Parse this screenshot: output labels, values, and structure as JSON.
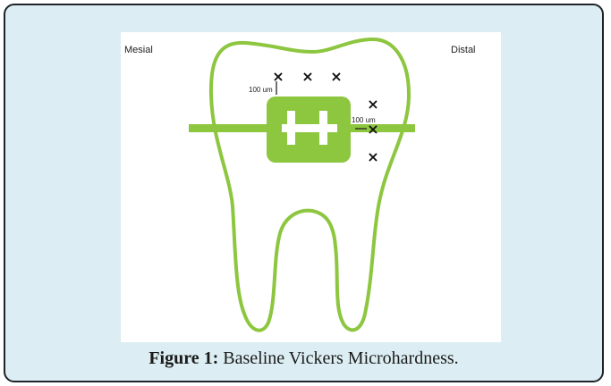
{
  "labels": {
    "mesial": "Mesial",
    "distal": "Distal",
    "occlusal_distance": "100 um",
    "bracket_distance": "100 um"
  },
  "caption": {
    "label": "Figure 1:",
    "text": " Baseline Vickers Microhardness."
  },
  "markers": {
    "symbol": "×",
    "occlusal_row_count": 3,
    "distal_column_count": 3
  },
  "colors": {
    "tooth_outline": "#8dc63f",
    "bracket": "#8dc63f",
    "card_background": "#dceef3",
    "card_border": "#1e2328"
  }
}
